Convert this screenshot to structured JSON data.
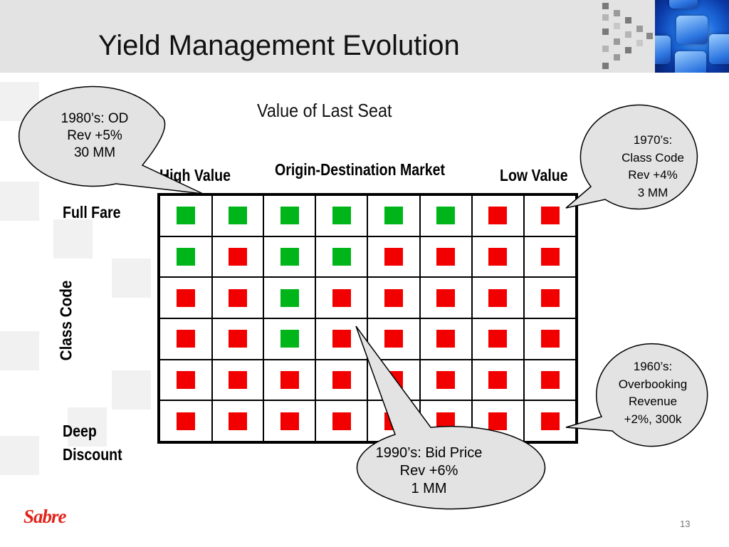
{
  "slide": {
    "title": "Yield Management Evolution",
    "subtitle": "Value of Last Seat",
    "page_number": "13",
    "logo_text": "Sabre"
  },
  "axes": {
    "x_title": "Origin-Destination Market",
    "x_left": "High Value",
    "x_right": "Low Value",
    "y_title": "Class Code",
    "y_top": "Full Fare",
    "y_bottom_line1": "Deep",
    "y_bottom_line2": "Discount"
  },
  "grid": {
    "colors": {
      "G": "#00b519",
      "R": "#f20000"
    },
    "rows": [
      [
        "G",
        "G",
        "G",
        "G",
        "G",
        "G",
        "R",
        "R"
      ],
      [
        "G",
        "R",
        "G",
        "G",
        "R",
        "R",
        "R",
        "R"
      ],
      [
        "R",
        "R",
        "G",
        "R",
        "R",
        "R",
        "R",
        "R"
      ],
      [
        "R",
        "R",
        "G",
        "R",
        "R",
        "R",
        "R",
        "R"
      ],
      [
        "R",
        "R",
        "R",
        "R",
        "R",
        "R",
        "R",
        "R"
      ],
      [
        "R",
        "R",
        "R",
        "R",
        "R",
        "R",
        "R",
        "R"
      ]
    ]
  },
  "callouts": {
    "od_1980": [
      "1980’s: OD",
      "Rev +5%",
      "30 MM"
    ],
    "class_1970": [
      "1970’s:",
      "Class Code",
      "Rev +4%",
      "3 MM"
    ],
    "overbooking_1960": [
      "1960’s:",
      "Overbooking",
      "Revenue",
      "+2%, 300k"
    ],
    "bidprice_1990": [
      "1990’s: Bid Price",
      "Rev +6%",
      "1 MM"
    ]
  }
}
